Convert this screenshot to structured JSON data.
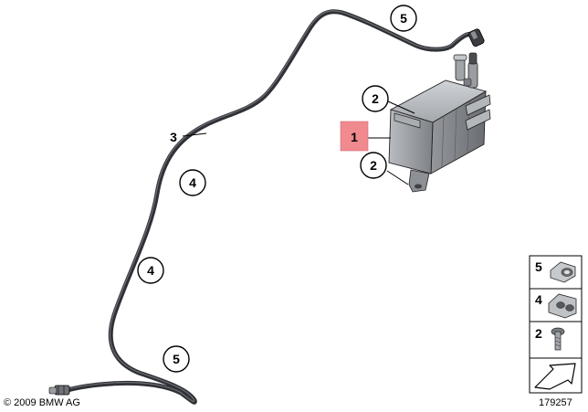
{
  "callouts": {
    "c1": "1",
    "c2a": "2",
    "c2b": "2",
    "c3": "3",
    "c4a": "4",
    "c4b": "4",
    "c5a": "5",
    "c5b": "5"
  },
  "legend": {
    "items": [
      {
        "number": "5",
        "icon": "hose-clip-icon"
      },
      {
        "number": "4",
        "icon": "double-clip-icon"
      },
      {
        "number": "2",
        "icon": "bolt-icon"
      }
    ],
    "arrow_icon": "direction-arrow-icon"
  },
  "footer": {
    "copyright": "© 2009 BMW AG",
    "diagram_id": "179257"
  },
  "colors": {
    "highlight": "#f08a8f",
    "line": "#000000",
    "hose": "#2f3136",
    "part_body": "#8c8f94"
  }
}
